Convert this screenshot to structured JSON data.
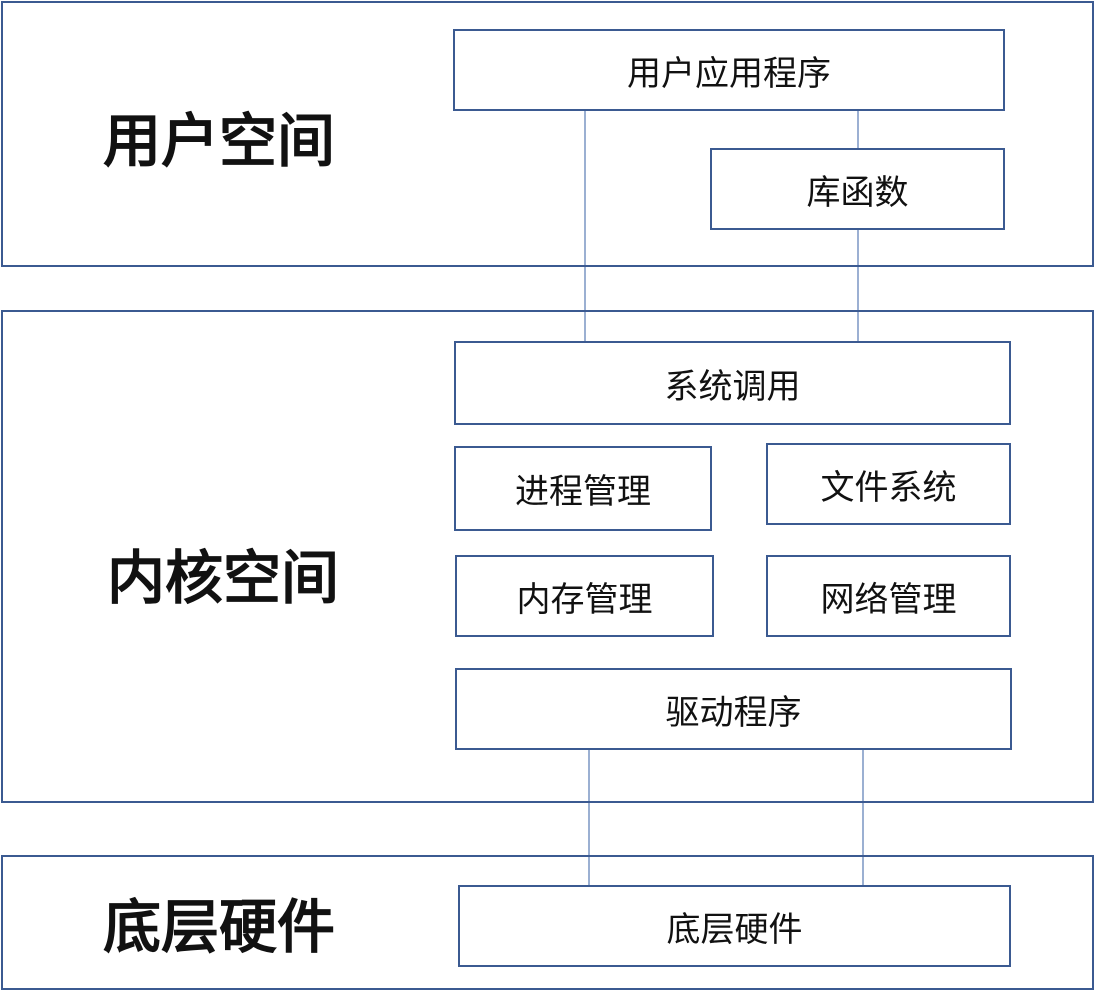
{
  "regions": {
    "user": {
      "label": "用户空间"
    },
    "kernel": {
      "label": "内核空间"
    },
    "hardware": {
      "label": "底层硬件"
    }
  },
  "boxes": {
    "user_app": "用户应用程序",
    "library": "库函数",
    "syscall": "系统调用",
    "process_mgmt": "进程管理",
    "file_system": "文件系统",
    "memory_mgmt": "内存管理",
    "network_mgmt": "网络管理",
    "driver": "驱动程序",
    "hardware": "底层硬件"
  },
  "colors": {
    "border": "#3b5a91",
    "connector": "#7a96c4",
    "text": "#111111"
  }
}
